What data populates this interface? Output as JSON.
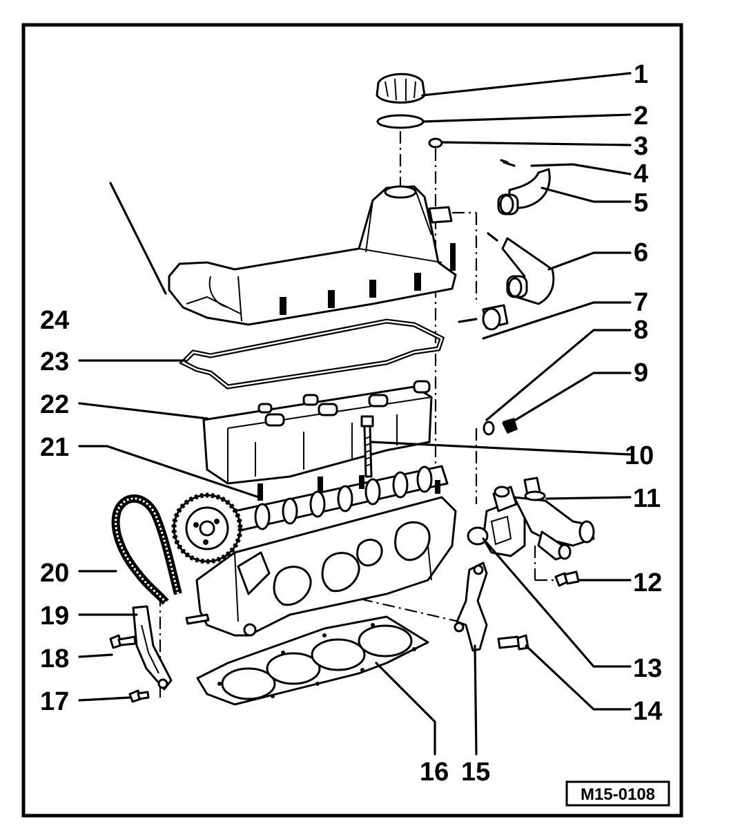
{
  "diagram": {
    "reference": "M15-0108",
    "callouts": [
      "1",
      "2",
      "3",
      "4",
      "5",
      "6",
      "7",
      "8",
      "9",
      "10",
      "11",
      "12",
      "13",
      "14",
      "15",
      "16",
      "17",
      "18",
      "19",
      "20",
      "21",
      "22",
      "23",
      "24"
    ]
  }
}
